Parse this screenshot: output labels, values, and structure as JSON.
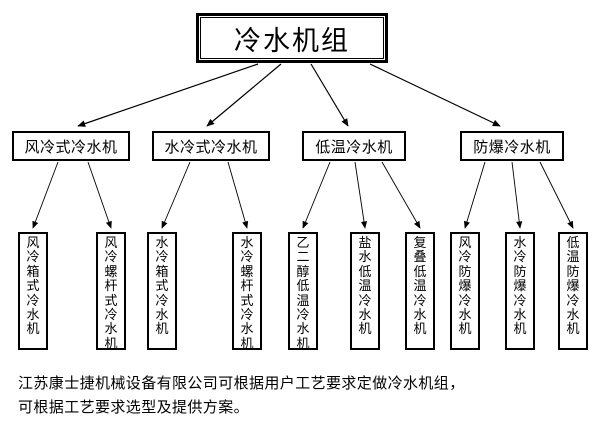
{
  "diagram": {
    "title": "冷水机组",
    "root": {
      "label": "冷水机组"
    },
    "branches": [
      {
        "label": "风冷式冷水机",
        "children": [
          {
            "label": "风冷箱式冷水机"
          },
          {
            "label": "风冷螺杆式冷水机"
          }
        ]
      },
      {
        "label": "水冷式冷水机",
        "children": [
          {
            "label": "水冷箱式冷水机"
          },
          {
            "label": "水冷螺杆式冷水机"
          }
        ]
      },
      {
        "label": "低温冷水机",
        "children": [
          {
            "label": "乙二醇低温冷水机"
          },
          {
            "label": "盐水低温冷水机"
          },
          {
            "label": "复叠低温冷水机"
          }
        ]
      },
      {
        "label": "防爆冷水机",
        "children": [
          {
            "label": "风冷防爆冷水机"
          },
          {
            "label": "水冷防爆冷水机"
          },
          {
            "label": "低温防爆冷水机"
          }
        ]
      }
    ],
    "leaves_flat": [
      {
        "label": "风冷箱式冷水机"
      },
      {
        "label": "风冷螺杆式冷水机"
      },
      {
        "label": "水冷箱式冷水机"
      },
      {
        "label": "水冷螺杆式冷水机"
      },
      {
        "label": "乙二醇低温冷水机"
      },
      {
        "label": "盐水低温冷水机"
      },
      {
        "label": "复叠低温冷水机"
      },
      {
        "label": "风冷防爆冷水机"
      },
      {
        "label": "水冷防爆冷水机"
      },
      {
        "label": "低温防爆冷水机"
      }
    ],
    "colors": {
      "background": "#ffffff",
      "line": "#000000",
      "text": "#000000"
    }
  },
  "footer": {
    "line1": "江苏康士捷机械设备有限公司可根据用户工艺要求定做冷水机组，",
    "line2": "可根据工艺要求选型及提供方案。"
  }
}
